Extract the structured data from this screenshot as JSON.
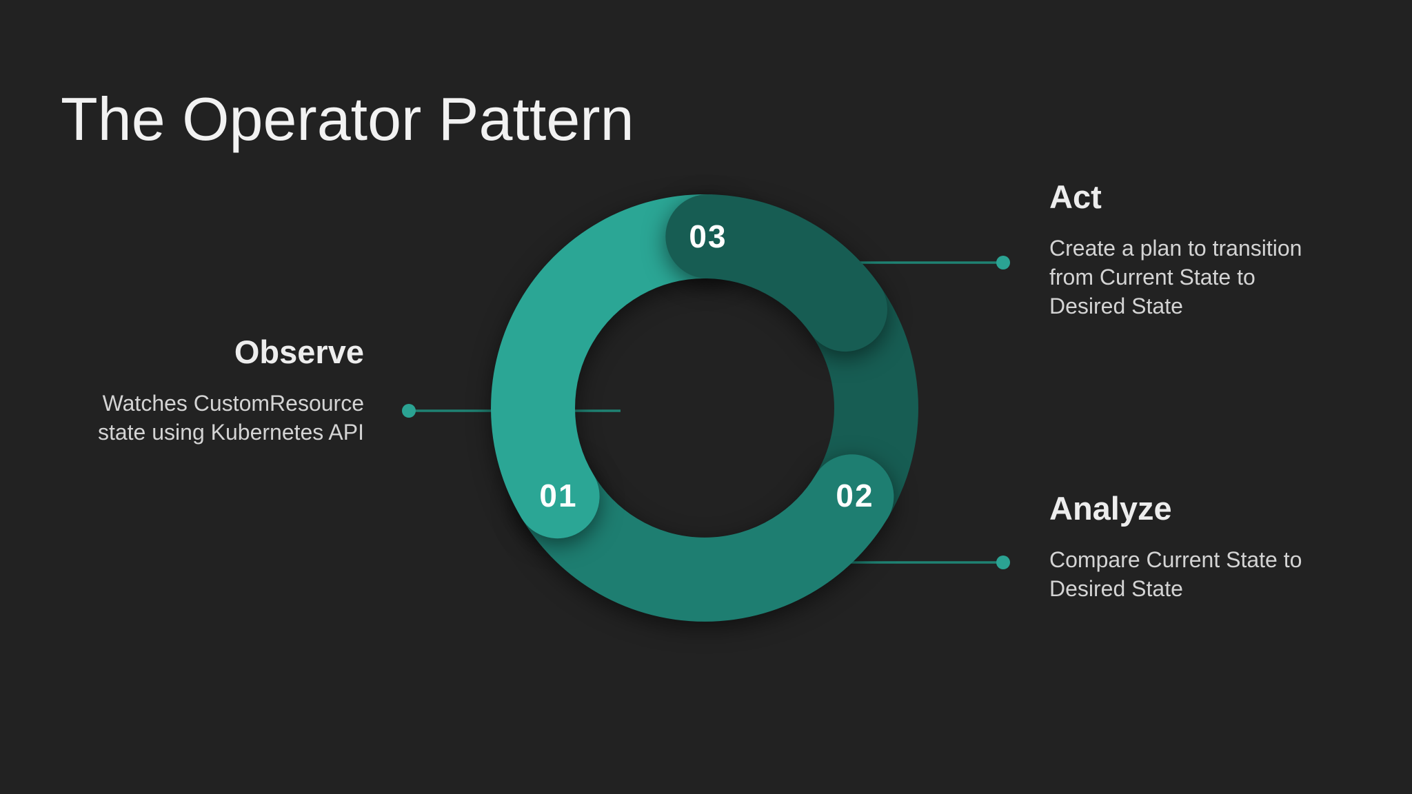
{
  "slide": {
    "title": "The Operator Pattern"
  },
  "steps": [
    {
      "number": "01",
      "label": "Observe",
      "description_lines": [
        "Watches CustomResource",
        "state using Kubernetes API"
      ]
    },
    {
      "number": "02",
      "label": "Analyze",
      "description_lines": [
        "Compare Current State to",
        "Desired State"
      ]
    },
    {
      "number": "03",
      "label": "Act",
      "description_lines": [
        "Create a plan to transition",
        "from Current State to",
        "Desired State"
      ]
    }
  ],
  "colors": {
    "background": "#222222",
    "segment_light": "#2BA695",
    "segment_medium": "#1E7E71",
    "segment_dark": "#175D53",
    "connector_line": "#1F8273",
    "connector_dot": "#2BA393",
    "number_text": "#FFFFFF",
    "heading_text": "#EDEDED",
    "body_text": "#D4D4D4",
    "title_text": "#F2F2F2"
  }
}
